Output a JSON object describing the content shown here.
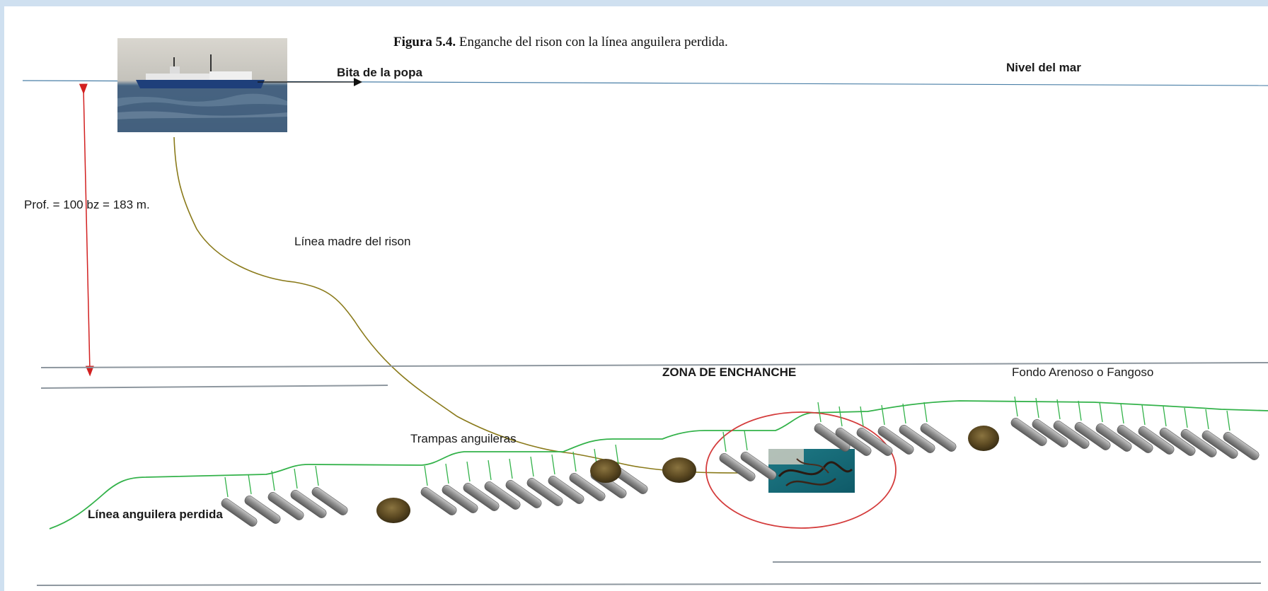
{
  "figure": {
    "caption_prefix": "Figura 5.4.",
    "caption_text": " Enganche del rison con la línea anguilera perdida."
  },
  "labels": {
    "bita": "Bita de la popa",
    "nivel_mar": "Nivel del mar",
    "profundidad": "Prof. = 100 bz = 183 m.",
    "linea_madre": "Línea madre del rison",
    "zona": "ZONA DE ENCHANCHE",
    "fondo": "Fondo Arenoso o Fangoso",
    "trampas": "Trampas anguileras",
    "linea_perdida": "Línea anguilera perdida"
  },
  "colors": {
    "sea_line": "#4a7fa7",
    "seabed_line": "#8e979f",
    "depth_arrow": "#d22020",
    "mother_line": "#8a7a1a",
    "lost_line": "#33b24a",
    "trap": "#8c8c8c",
    "zone_circle": "#d43c3c"
  }
}
